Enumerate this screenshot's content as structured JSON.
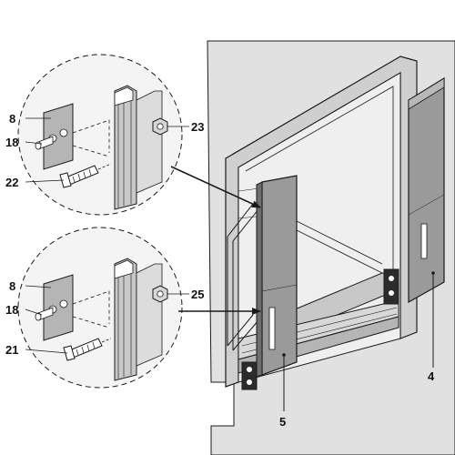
{
  "figure": {
    "colors": {
      "background": "#ffffff",
      "wall": "#e1e1e1",
      "line": "#1a1a1a",
      "panel": "#9a9a9a",
      "panel_dark": "#6e6e6e",
      "metal": "#c8c8c8",
      "detail_fill": "#f4f4f4"
    },
    "details": [
      {
        "name": "upper-detail",
        "callouts": {
          "plate": "8",
          "pins": "18",
          "bolt": "22",
          "nut": "23"
        }
      },
      {
        "name": "lower-detail",
        "callouts": {
          "plate": "8",
          "pins": "18",
          "bolt": "21",
          "nut": "25"
        }
      }
    ],
    "main_view": {
      "callouts": {
        "right_panel": "4",
        "front_panel": "5"
      }
    }
  }
}
